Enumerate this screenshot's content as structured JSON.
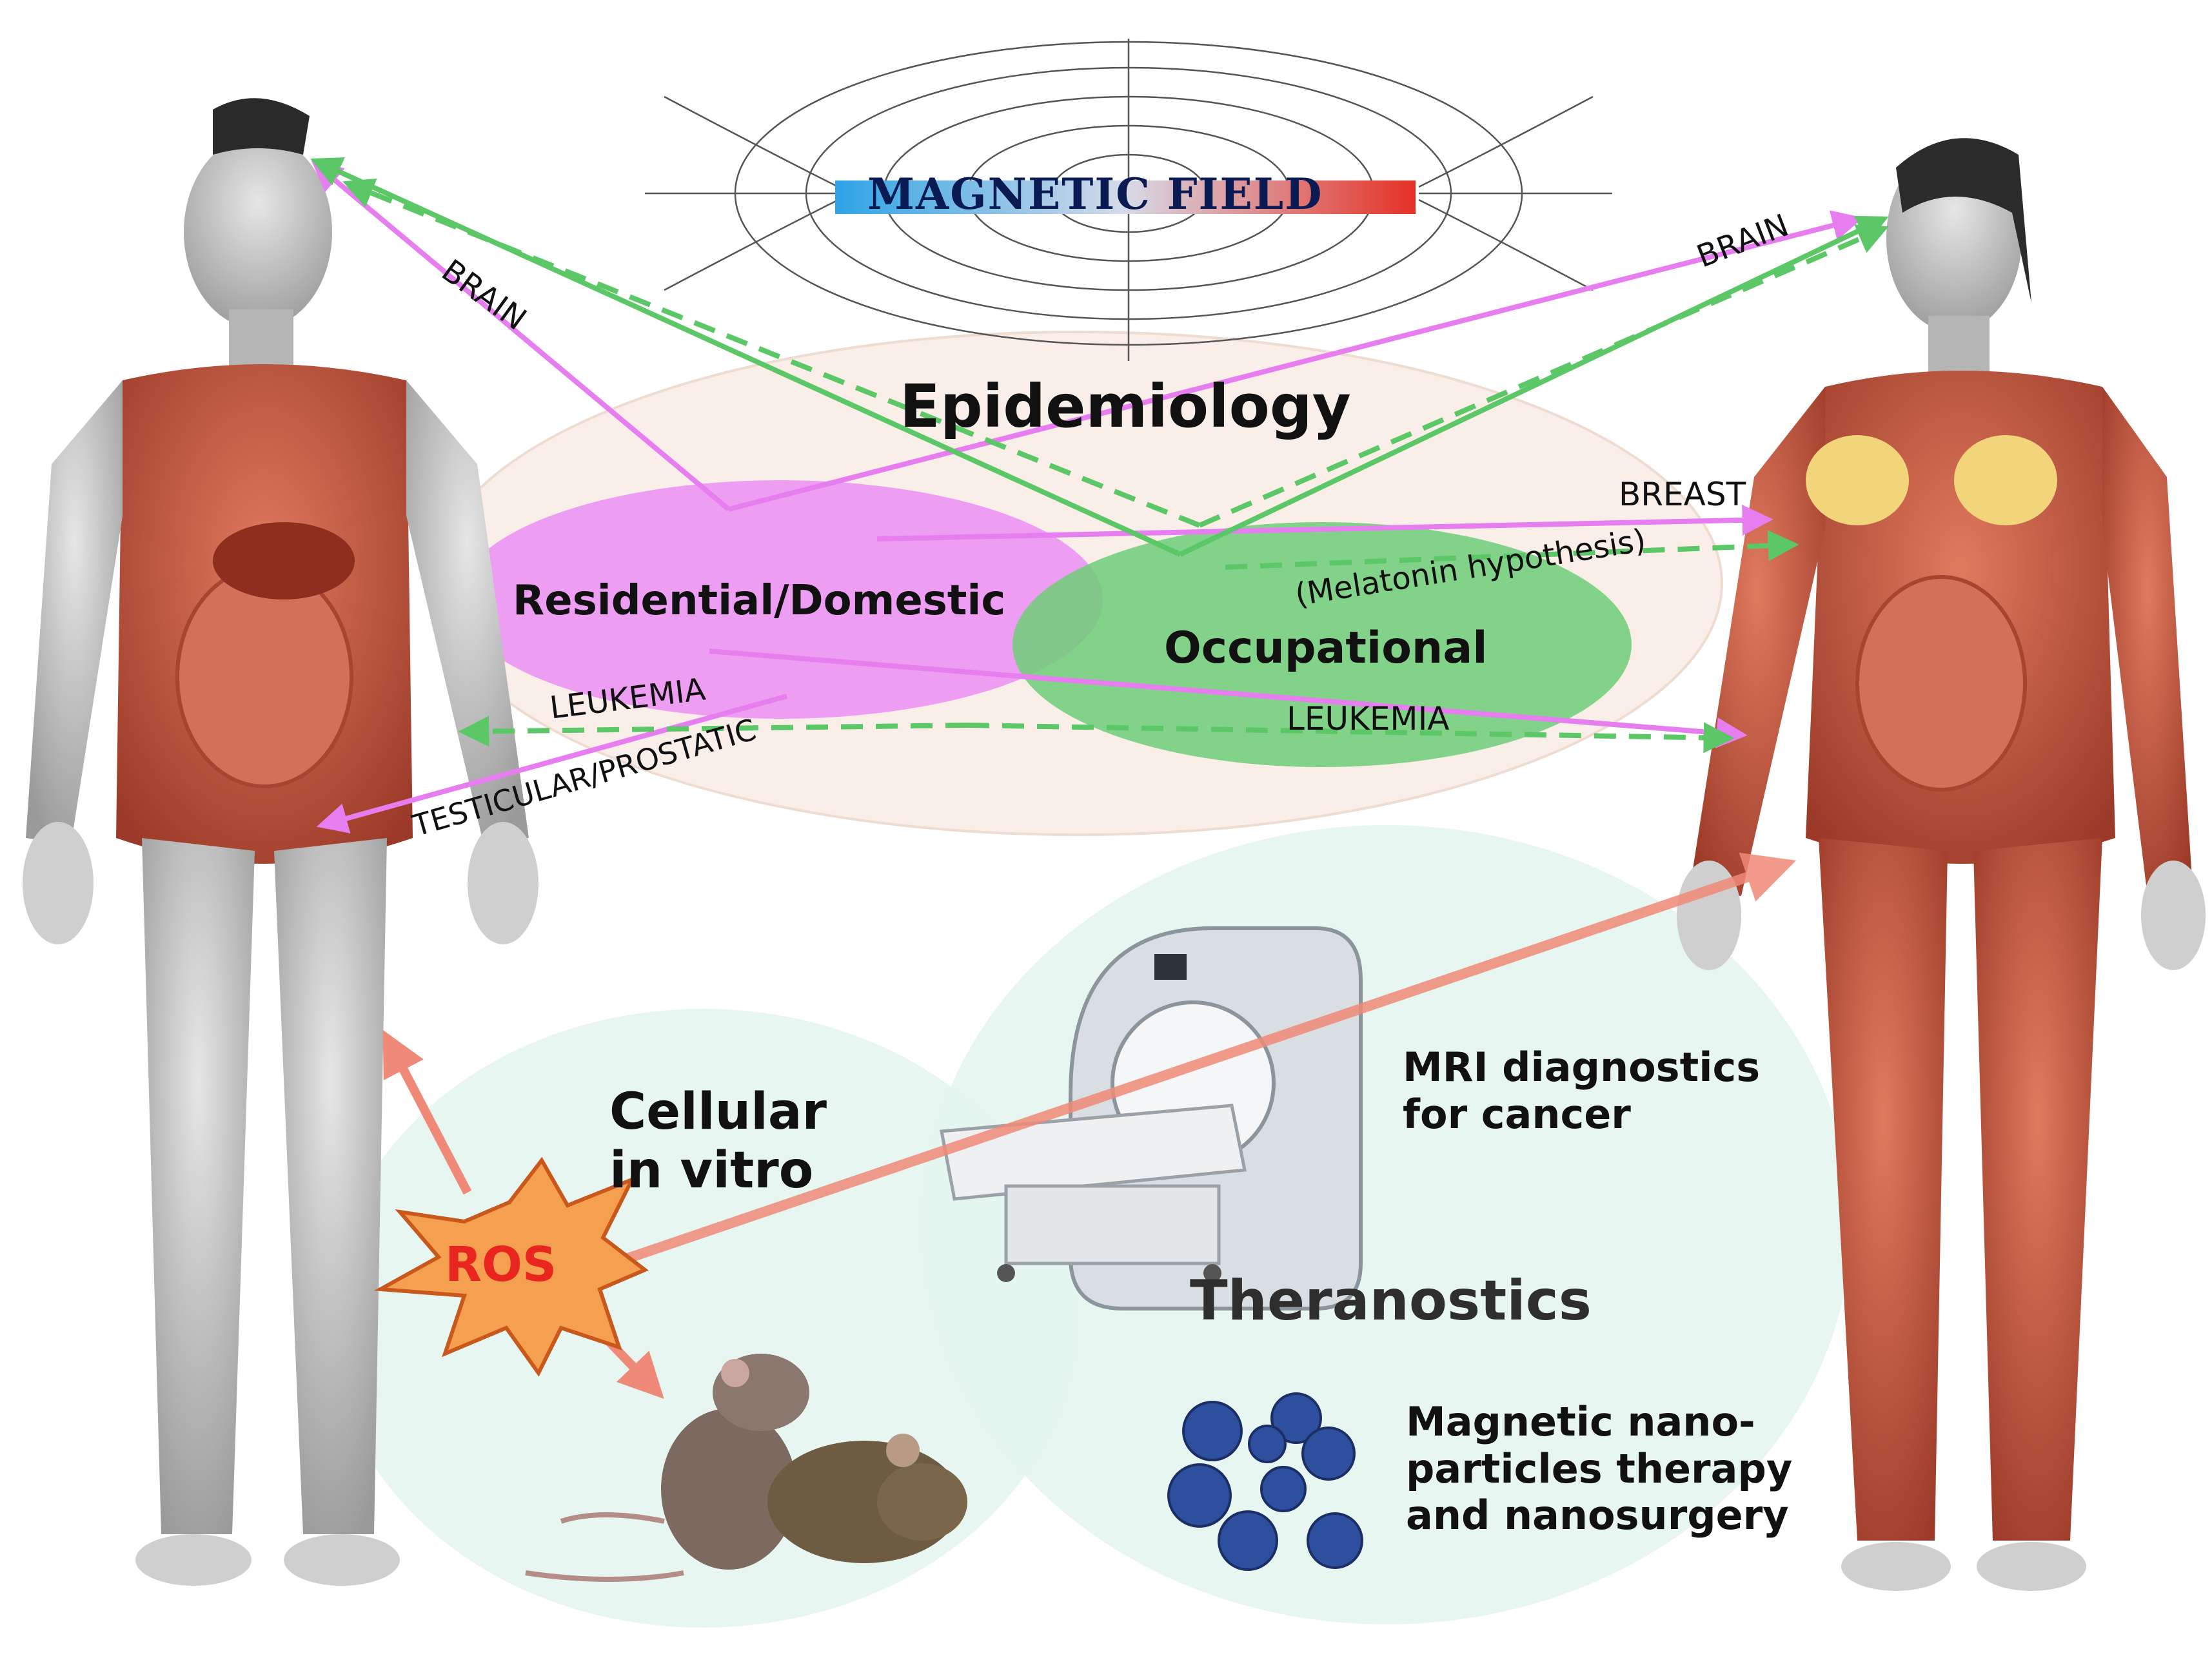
{
  "figure": {
    "magnetic_field_label": "MAGNETIC FIELD",
    "epidemiology": "Epidemiology",
    "residential": "Residential/Domestic",
    "occupational": "Occupational",
    "brain_left": "BRAIN",
    "brain_right": "BRAIN",
    "breast": "BREAST",
    "melatonin": "(Melatonin hypothesis)",
    "leukemia_left": "LEUKEMIA",
    "leukemia_right": "LEUKEMIA",
    "testicular": "TESTICULAR/PROSTATIC",
    "cellular": "Cellular\nin vitro",
    "ros": "ROS",
    "mri": "MRI diagnostics\nfor cancer",
    "theranostics": "Theranostics",
    "nano": "Magnetic nano-\nparticles therapy\nand nanosurgery"
  },
  "colors": {
    "pink": "#e77ef0",
    "green": "#5cc766",
    "salmon": "#f08a78",
    "ros_red": "#e8251f",
    "ros_fill": "#f5a050",
    "skin": "#c9c9c9",
    "muscle": "#c9553d",
    "ellipse_bg": "#f9efe8",
    "teal_bg": "#e4f5ef",
    "field_blue": "#2ea3e6",
    "field_red": "#e53125"
  },
  "icons": [
    "male-anatomy-figure",
    "female-anatomy-figure",
    "bar-magnet-icon",
    "mri-scanner-icon",
    "rat-icon",
    "mouse-icon",
    "nanoparticle-cluster-icon",
    "ros-star-icon"
  ]
}
